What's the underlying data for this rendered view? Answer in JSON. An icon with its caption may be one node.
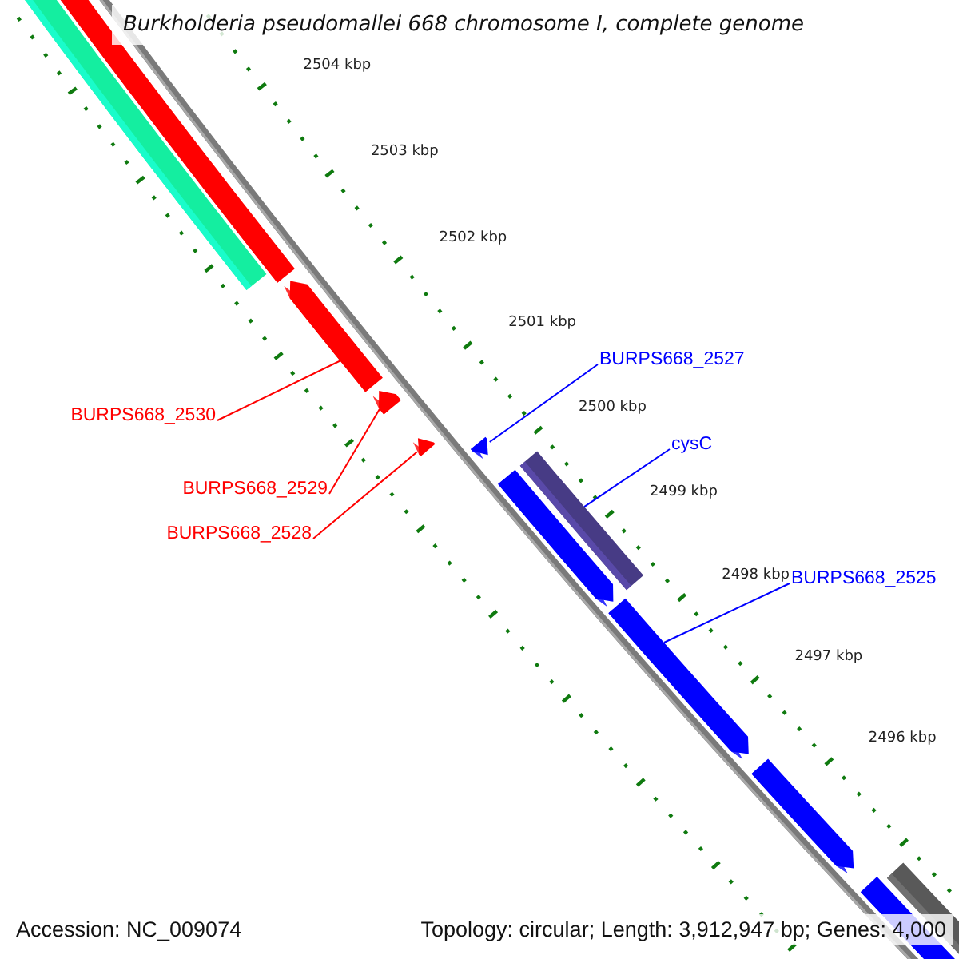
{
  "diagram": {
    "title": "Burkholderia pseudomallei 668 chromosome I, complete genome",
    "nodes": [
      {
        "text": [
          "BURPS668_2530"
        ]
      },
      {
        "text": [
          "BURPS668_2529"
        ]
      },
      {
        "text": [
          "BURPS668_2528"
        ]
      },
      {
        "text": [
          "BURPS668_2527"
        ]
      },
      {
        "text": [
          "cysC"
        ]
      },
      {
        "text": [
          "BURPS668_2525"
        ]
      },
      {
        "text": [],
        "shape": "bar"
      },
      {
        "text": [],
        "shape": "bar"
      },
      {
        "text": [],
        "shape": "bar"
      },
      {
        "text": [],
        "shape": "bar"
      },
      {
        "text": [],
        "shape": "bar"
      },
      {
        "text": [],
        "shape": "bar"
      },
      {
        "text": [],
        "shape": "bar"
      },
      {
        "text": [],
        "shape": "bar"
      },
      {
        "text": [],
        "shape": "bar"
      },
      {
        "text": [],
        "shape": "bar"
      },
      {
        "text": [],
        "shape": "bar"
      },
      {
        "text": [],
        "shape": "bar"
      }
    ],
    "edges": [
      {
        "from": 0,
        "to": 8,
        "arrow": "none",
        "color": "#ff0000"
      },
      {
        "from": 1,
        "to": 9,
        "arrow": "none",
        "color": "#ff0000"
      },
      {
        "from": 2,
        "to": 10,
        "arrow": "none",
        "color": "#ff0000"
      },
      {
        "from": 3,
        "to": 11,
        "arrow": "none",
        "color": "#0000ff"
      },
      {
        "from": 4,
        "to": 13,
        "arrow": "none",
        "color": "#0000ff"
      },
      {
        "from": 5,
        "to": 14,
        "arrow": "none",
        "color": "#0000ff"
      }
    ],
    "labels": [
      "2504 kbp",
      "2503 kbp",
      "2502 kbp",
      "2501 kbp",
      "2500 kbp",
      "2499 kbp",
      "2498 kbp",
      "2497 kbp",
      "2496 kbp",
      "Accession: NC_009074",
      "Topology: circular; Length: 3,912,947 bp; Genes: 4,000"
    ]
  }
}
